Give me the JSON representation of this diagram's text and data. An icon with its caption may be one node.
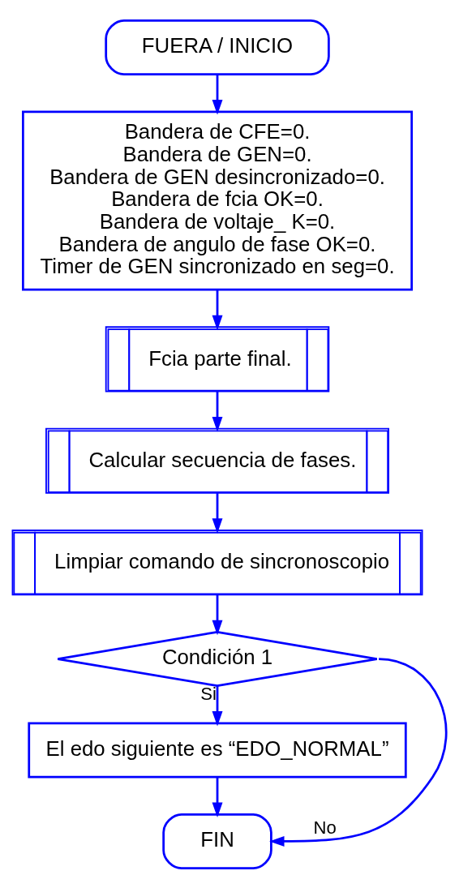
{
  "diagram": {
    "nodes": [
      {
        "text": [
          "FUERA / INICIO"
        ]
      },
      {
        "text": [
          "Bandera de CFE=0.",
          "Bandera de GEN=0.",
          "Bandera de GEN desincronizado=0.",
          "Bandera de fcia OK=0.",
          "Bandera de voltaje_ K=0.",
          "Bandera de angulo de fase OK=0.",
          "Timer de GEN sincronizado en seg=0."
        ]
      },
      {
        "text": [
          "Fcia parte final."
        ]
      },
      {
        "text": [
          "Calcular secuencia de fases."
        ]
      },
      {
        "text": [
          "Limpiar comando de sincronoscopio"
        ]
      },
      {
        "text": [
          "Condición 1"
        ]
      },
      {
        "text": [
          "El edo siguiente es “EDO_NORMAL”"
        ]
      },
      {
        "text": [
          "FIN"
        ]
      }
    ],
    "edges": [
      {
        "from": 0,
        "to": 1,
        "arrow": "to"
      },
      {
        "from": 1,
        "to": 2,
        "arrow": "to"
      },
      {
        "from": 2,
        "to": 3,
        "arrow": "to"
      },
      {
        "from": 3,
        "to": 4,
        "arrow": "to"
      },
      {
        "from": 4,
        "to": 5,
        "arrow": "to"
      },
      {
        "from": 5,
        "to": 6,
        "arrow": "to",
        "label": "Si"
      },
      {
        "from": 6,
        "to": 7,
        "arrow": "to"
      },
      {
        "from": 5,
        "to": 7,
        "arrow": "to",
        "label": "No"
      }
    ]
  }
}
